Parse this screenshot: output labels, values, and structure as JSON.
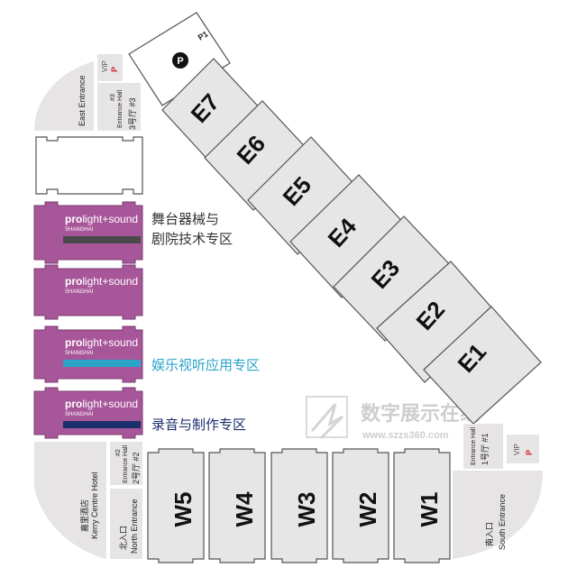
{
  "halls_east": [
    {
      "id": "E1",
      "label": "E1"
    },
    {
      "id": "E2",
      "label": "E2"
    },
    {
      "id": "E3",
      "label": "E3"
    },
    {
      "id": "E4",
      "label": "E4"
    },
    {
      "id": "E5",
      "label": "E5"
    },
    {
      "id": "E6",
      "label": "E6"
    },
    {
      "id": "E7",
      "label": "E7"
    }
  ],
  "halls_west": [
    {
      "id": "W5",
      "label": "W5"
    },
    {
      "id": "W4",
      "label": "W4"
    },
    {
      "id": "W3",
      "label": "W3"
    },
    {
      "id": "W2",
      "label": "W2"
    },
    {
      "id": "W1",
      "label": "W1"
    }
  ],
  "parking": {
    "label": "P1",
    "symbol": "P"
  },
  "entrances": {
    "east": "East Entrance",
    "north_cn": "北入口",
    "north_en": "North Entrance",
    "south_cn": "南入口",
    "south_en": "South Entrance",
    "kerry_cn": "嘉里酒店",
    "kerry_en": "Kerry Centre Hotel"
  },
  "entrance_halls": {
    "h3_a": "#3",
    "h3_b": "Entrance Hall",
    "h3_c": "3号厅 #3",
    "h2_a": "#2",
    "h2_b": "Entrance Hall",
    "h2_c": "2号厅 #2",
    "h1_a": "#1",
    "h1_b": "Entrance Hall",
    "h1_c": "1号厅 #1"
  },
  "vip": {
    "label": "VIP",
    "p": "P"
  },
  "brand": {
    "name_bold": "pro",
    "name_rest": "light+sound",
    "sub": "SHANGHAI"
  },
  "zones": {
    "stage_line1": "舞台器械与",
    "stage_line2": "剧院技术专区",
    "entertainment": "娱乐视听应用专区",
    "recording": "录音与制作专区"
  },
  "colors": {
    "brand_purple": "#a8569a",
    "stage_bar": "#4a4a4a",
    "entertainment": "#2aa3c8",
    "recording": "#1a2f6b",
    "vip_parking": "#d0262b"
  },
  "watermark": {
    "cn": "数字展示在线",
    "url": "www.szzs360.com"
  }
}
